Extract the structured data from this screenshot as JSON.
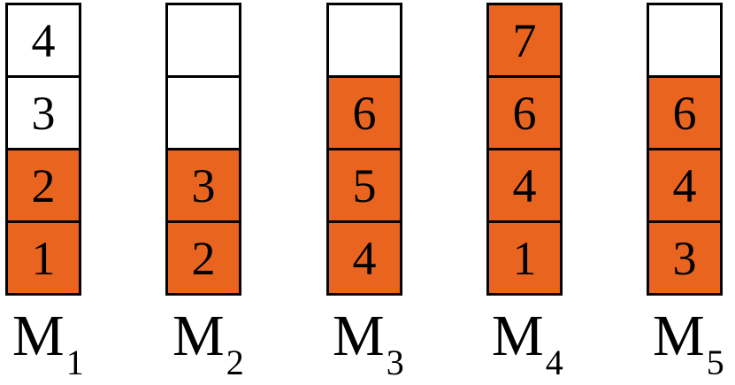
{
  "fill_color": "#e8641f",
  "empty_color": "#ffffff",
  "machines": [
    {
      "letter": "M",
      "index": "1",
      "cells": [
        {
          "value": "4",
          "filled": false
        },
        {
          "value": "3",
          "filled": false
        },
        {
          "value": "2",
          "filled": true
        },
        {
          "value": "1",
          "filled": true
        }
      ]
    },
    {
      "letter": "M",
      "index": "2",
      "cells": [
        {
          "value": "",
          "filled": false
        },
        {
          "value": "",
          "filled": false
        },
        {
          "value": "3",
          "filled": true
        },
        {
          "value": "2",
          "filled": true
        }
      ]
    },
    {
      "letter": "M",
      "index": "3",
      "cells": [
        {
          "value": "",
          "filled": false
        },
        {
          "value": "6",
          "filled": true
        },
        {
          "value": "5",
          "filled": true
        },
        {
          "value": "4",
          "filled": true
        }
      ]
    },
    {
      "letter": "M",
      "index": "4",
      "cells": [
        {
          "value": "7",
          "filled": true
        },
        {
          "value": "6",
          "filled": true
        },
        {
          "value": "4",
          "filled": true
        },
        {
          "value": "1",
          "filled": true
        }
      ]
    },
    {
      "letter": "M",
      "index": "5",
      "cells": [
        {
          "value": "",
          "filled": false
        },
        {
          "value": "6",
          "filled": true
        },
        {
          "value": "4",
          "filled": true
        },
        {
          "value": "3",
          "filled": true
        }
      ]
    }
  ]
}
